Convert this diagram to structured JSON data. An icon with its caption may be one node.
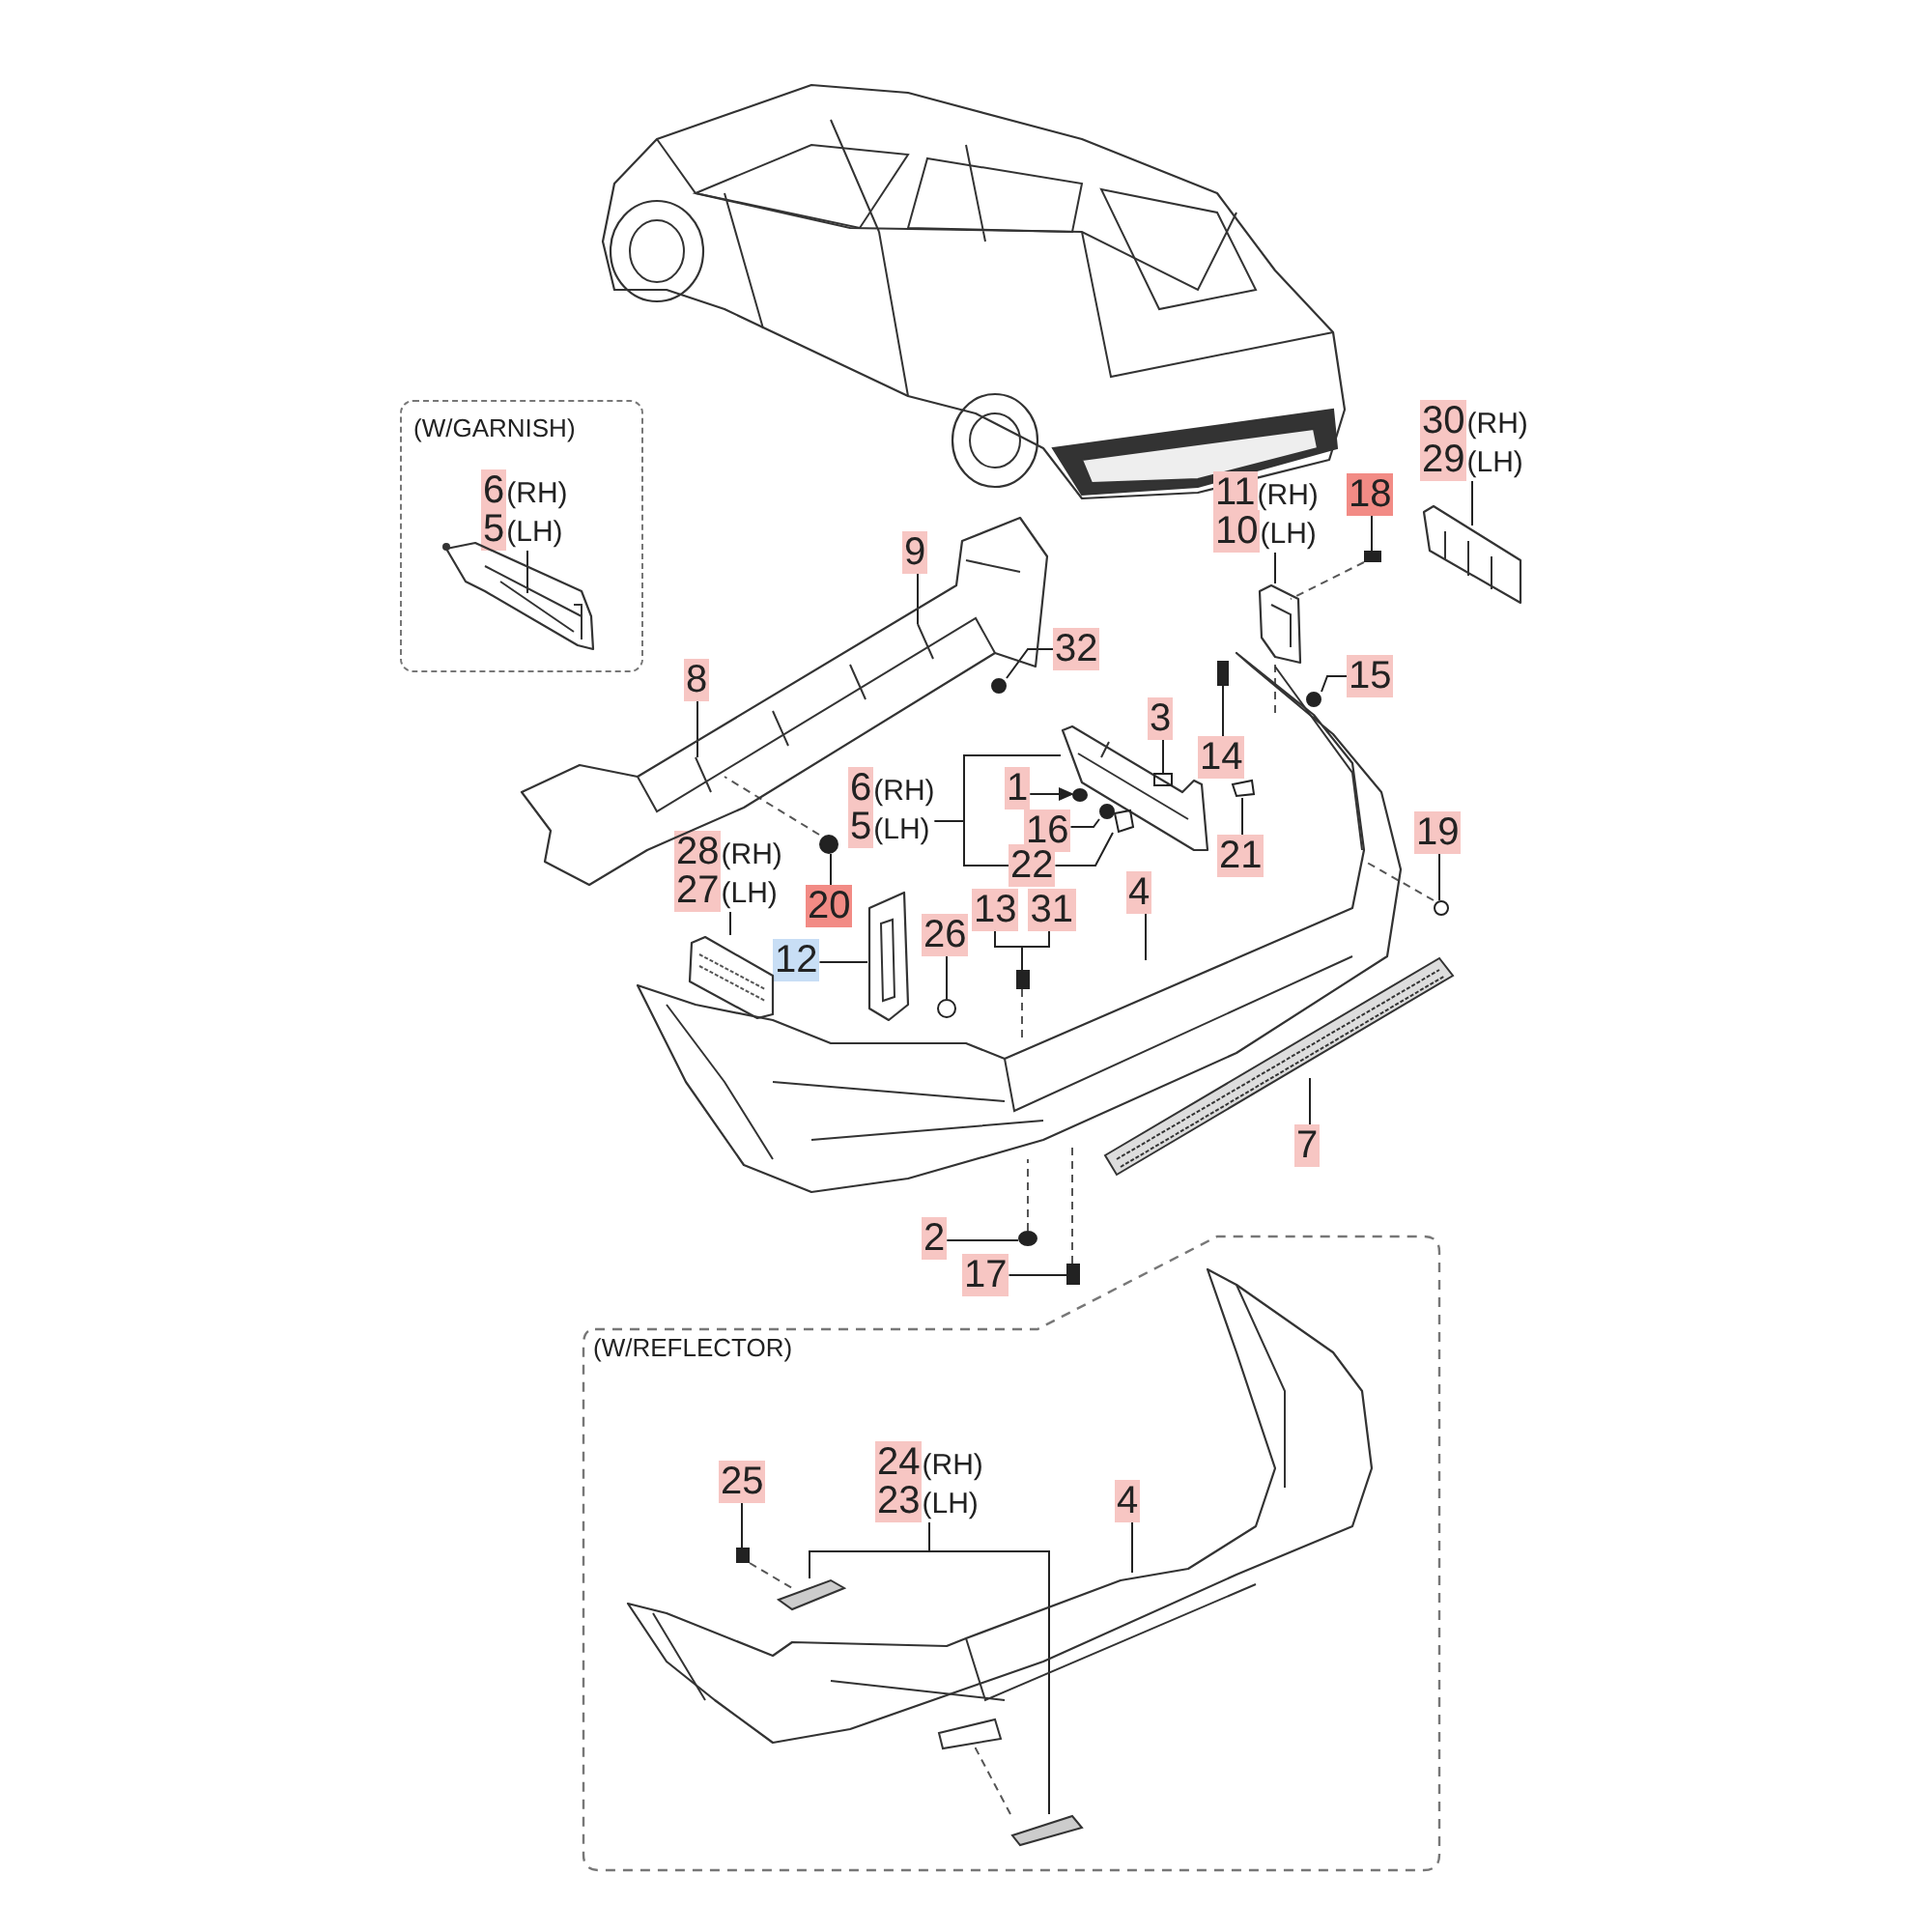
{
  "diagram": {
    "nodes": [
      {
        "text": [
          "(W/GARNISH)"
        ]
      },
      {
        "text": [
          "6(RH)",
          "5(LH)"
        ],
        "in": 0
      },
      {
        "text": [
          "30(RH)",
          "29(LH)"
        ]
      },
      {
        "text": [
          "11(RH)",
          "10(LH)"
        ]
      },
      {
        "text": [
          "18"
        ]
      },
      {
        "text": [
          "9"
        ]
      },
      {
        "text": [
          "32"
        ]
      },
      {
        "text": [
          "8"
        ]
      },
      {
        "text": [
          "15"
        ]
      },
      {
        "text": [
          "3"
        ]
      },
      {
        "text": [
          "14"
        ]
      },
      {
        "text": [
          "6(RH)",
          "5(LH)"
        ]
      },
      {
        "text": [
          "1"
        ]
      },
      {
        "text": [
          "16"
        ]
      },
      {
        "text": [
          "19"
        ]
      },
      {
        "text": [
          "28(RH)",
          "27(LH)"
        ]
      },
      {
        "text": [
          "21"
        ]
      },
      {
        "text": [
          "22"
        ]
      },
      {
        "text": [
          "4"
        ]
      },
      {
        "text": [
          "20"
        ]
      },
      {
        "text": [
          "13",
          "31"
        ]
      },
      {
        "text": [
          "26"
        ]
      },
      {
        "text": [
          "12"
        ]
      },
      {
        "text": [
          "7"
        ]
      },
      {
        "text": [
          "2"
        ]
      },
      {
        "text": [
          "17"
        ]
      },
      {
        "text": [
          "(W/REFLECTOR)"
        ]
      },
      {
        "text": [
          "25"
        ],
        "in": 26
      },
      {
        "text": [
          "24(RH)",
          "23(LH)"
        ],
        "in": 26
      },
      {
        "text": [
          "4"
        ],
        "in": 26
      },
      {
        "text": [],
        "shape": "picture",
        "in": 0
      },
      {
        "text": [],
        "shape": "picture"
      },
      {
        "text": [],
        "shape": "picture"
      },
      {
        "text": [],
        "shape": "box"
      },
      {
        "text": [],
        "shape": "picture"
      },
      {
        "text": [],
        "shape": "circle"
      },
      {
        "text": [],
        "shape": "circle"
      },
      {
        "text": [],
        "shape": "picture"
      },
      {
        "text": [],
        "shape": "box"
      },
      {
        "text": [],
        "shape": "box"
      },
      {
        "text": [],
        "shape": "circle"
      },
      {
        "text": [],
        "shape": "circle"
      },
      {
        "text": [],
        "shape": "picture"
      },
      {
        "text": [],
        "shape": "picture"
      },
      {
        "text": [],
        "shape": "circle"
      },
      {
        "text": [],
        "shape": "picture"
      },
      {
        "text": [],
        "shape": "circle"
      },
      {
        "text": [],
        "shape": "box"
      },
      {
        "text": [],
        "shape": "picture"
      },
      {
        "text": [],
        "shape": "circle"
      },
      {
        "text": [],
        "shape": "picture"
      },
      {
        "text": [],
        "shape": "picture"
      },
      {
        "text": [],
        "shape": "circle"
      },
      {
        "text": [],
        "shape": "box"
      },
      {
        "text": [],
        "shape": "box",
        "in": 26
      },
      {
        "text": [],
        "shape": "picture",
        "in": 26
      },
      {
        "text": [],
        "shape": "picture",
        "in": 26
      },
      {
        "text": [],
        "shape": "picture",
        "in": 26
      }
    ],
    "edges": [
      {
        "from": 1,
        "to": 30,
        "arrow": "none"
      },
      {
        "from": 2,
        "to": 31,
        "arrow": "none"
      },
      {
        "from": 3,
        "to": 32,
        "arrow": "none"
      },
      {
        "from": 4,
        "to": 33,
        "arrow": "none"
      },
      {
        "from": 5,
        "to": 34,
        "arrow": "none"
      },
      {
        "from": 6,
        "to": 35,
        "arrow": "none"
      },
      {
        "from": 7,
        "to": 34,
        "arrow": "none"
      },
      {
        "from": 8,
        "to": 36,
        "arrow": "none"
      },
      {
        "from": 9,
        "to": 38,
        "arrow": "none"
      },
      {
        "from": 10,
        "to": 39,
        "arrow": "none"
      },
      {
        "from": 11,
        "to": 37,
        "arrow": "none"
      },
      {
        "from": 11,
        "to": 17,
        "arrow": "none"
      },
      {
        "from": 12,
        "to": 40,
        "arrow": "to"
      },
      {
        "from": 13,
        "to": 41,
        "arrow": "none"
      },
      {
        "from": 14,
        "to": 44,
        "arrow": "none"
      },
      {
        "from": 15,
        "to": 45,
        "arrow": "none"
      },
      {
        "from": 16,
        "to": 43,
        "arrow": "none"
      },
      {
        "from": 17,
        "to": 42,
        "arrow": "none"
      },
      {
        "from": 18,
        "to": 48,
        "arrow": "none"
      },
      {
        "from": 19,
        "to": 46,
        "arrow": "none"
      },
      {
        "from": 20,
        "to": 47,
        "arrow": "none"
      },
      {
        "from": 21,
        "to": 49,
        "arrow": "none"
      },
      {
        "from": 22,
        "to": 50,
        "arrow": "none"
      },
      {
        "from": 23,
        "to": 51,
        "arrow": "none"
      },
      {
        "from": 24,
        "to": 52,
        "arrow": "none"
      },
      {
        "from": 25,
        "to": 53,
        "arrow": "none"
      },
      {
        "from": 27,
        "to": 54,
        "arrow": "none"
      },
      {
        "from": 28,
        "to": 55,
        "arrow": "none"
      },
      {
        "from": 28,
        "to": 57,
        "arrow": "none"
      },
      {
        "from": 29,
        "to": 56,
        "arrow": "none"
      },
      {
        "from": 46,
        "to": 34,
        "arrow": "none",
        "style": "dashed"
      },
      {
        "from": 33,
        "to": 32,
        "arrow": "none",
        "style": "dashed"
      },
      {
        "from": 32,
        "to": 48,
        "arrow": "none",
        "style": "dashed"
      },
      {
        "from": 52,
        "to": 48,
        "arrow": "none",
        "style": "dashed"
      },
      {
        "from": 53,
        "to": 48,
        "arrow": "none",
        "style": "dashed"
      },
      {
        "from": 47,
        "to": 48,
        "arrow": "none",
        "style": "dashed"
      },
      {
        "from": 44,
        "to": 48,
        "arrow": "none",
        "style": "dashed"
      },
      {
        "from": 54,
        "to": 55,
        "arrow": "none",
        "style": "dashed"
      },
      {
        "from": 57,
        "to": 56,
        "arrow": "none",
        "style": "dashed"
      }
    ]
  }
}
